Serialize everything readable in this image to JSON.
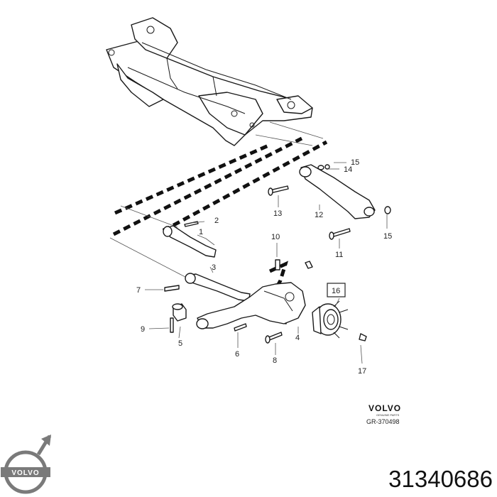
{
  "callouts": [
    {
      "id": "1",
      "label": "1"
    },
    {
      "id": "2",
      "label": "2"
    },
    {
      "id": "3",
      "label": "3"
    },
    {
      "id": "4",
      "label": "4"
    },
    {
      "id": "5",
      "label": "5"
    },
    {
      "id": "6",
      "label": "6"
    },
    {
      "id": "7",
      "label": "7"
    },
    {
      "id": "8",
      "label": "8"
    },
    {
      "id": "9",
      "label": "9"
    },
    {
      "id": "10",
      "label": "10"
    },
    {
      "id": "11",
      "label": "11"
    },
    {
      "id": "12",
      "label": "12"
    },
    {
      "id": "13",
      "label": "13"
    },
    {
      "id": "14",
      "label": "14"
    },
    {
      "id": "15a",
      "label": "15"
    },
    {
      "id": "15b",
      "label": "15"
    },
    {
      "id": "16",
      "label": "16"
    },
    {
      "id": "17",
      "label": "17"
    }
  ],
  "stamp": {
    "brand": "VOLVO",
    "subtitle": "GENUINE PARTS",
    "reference": "GR-370498"
  },
  "logo": {
    "text": "VOLVO"
  },
  "part_number": "31340686"
}
